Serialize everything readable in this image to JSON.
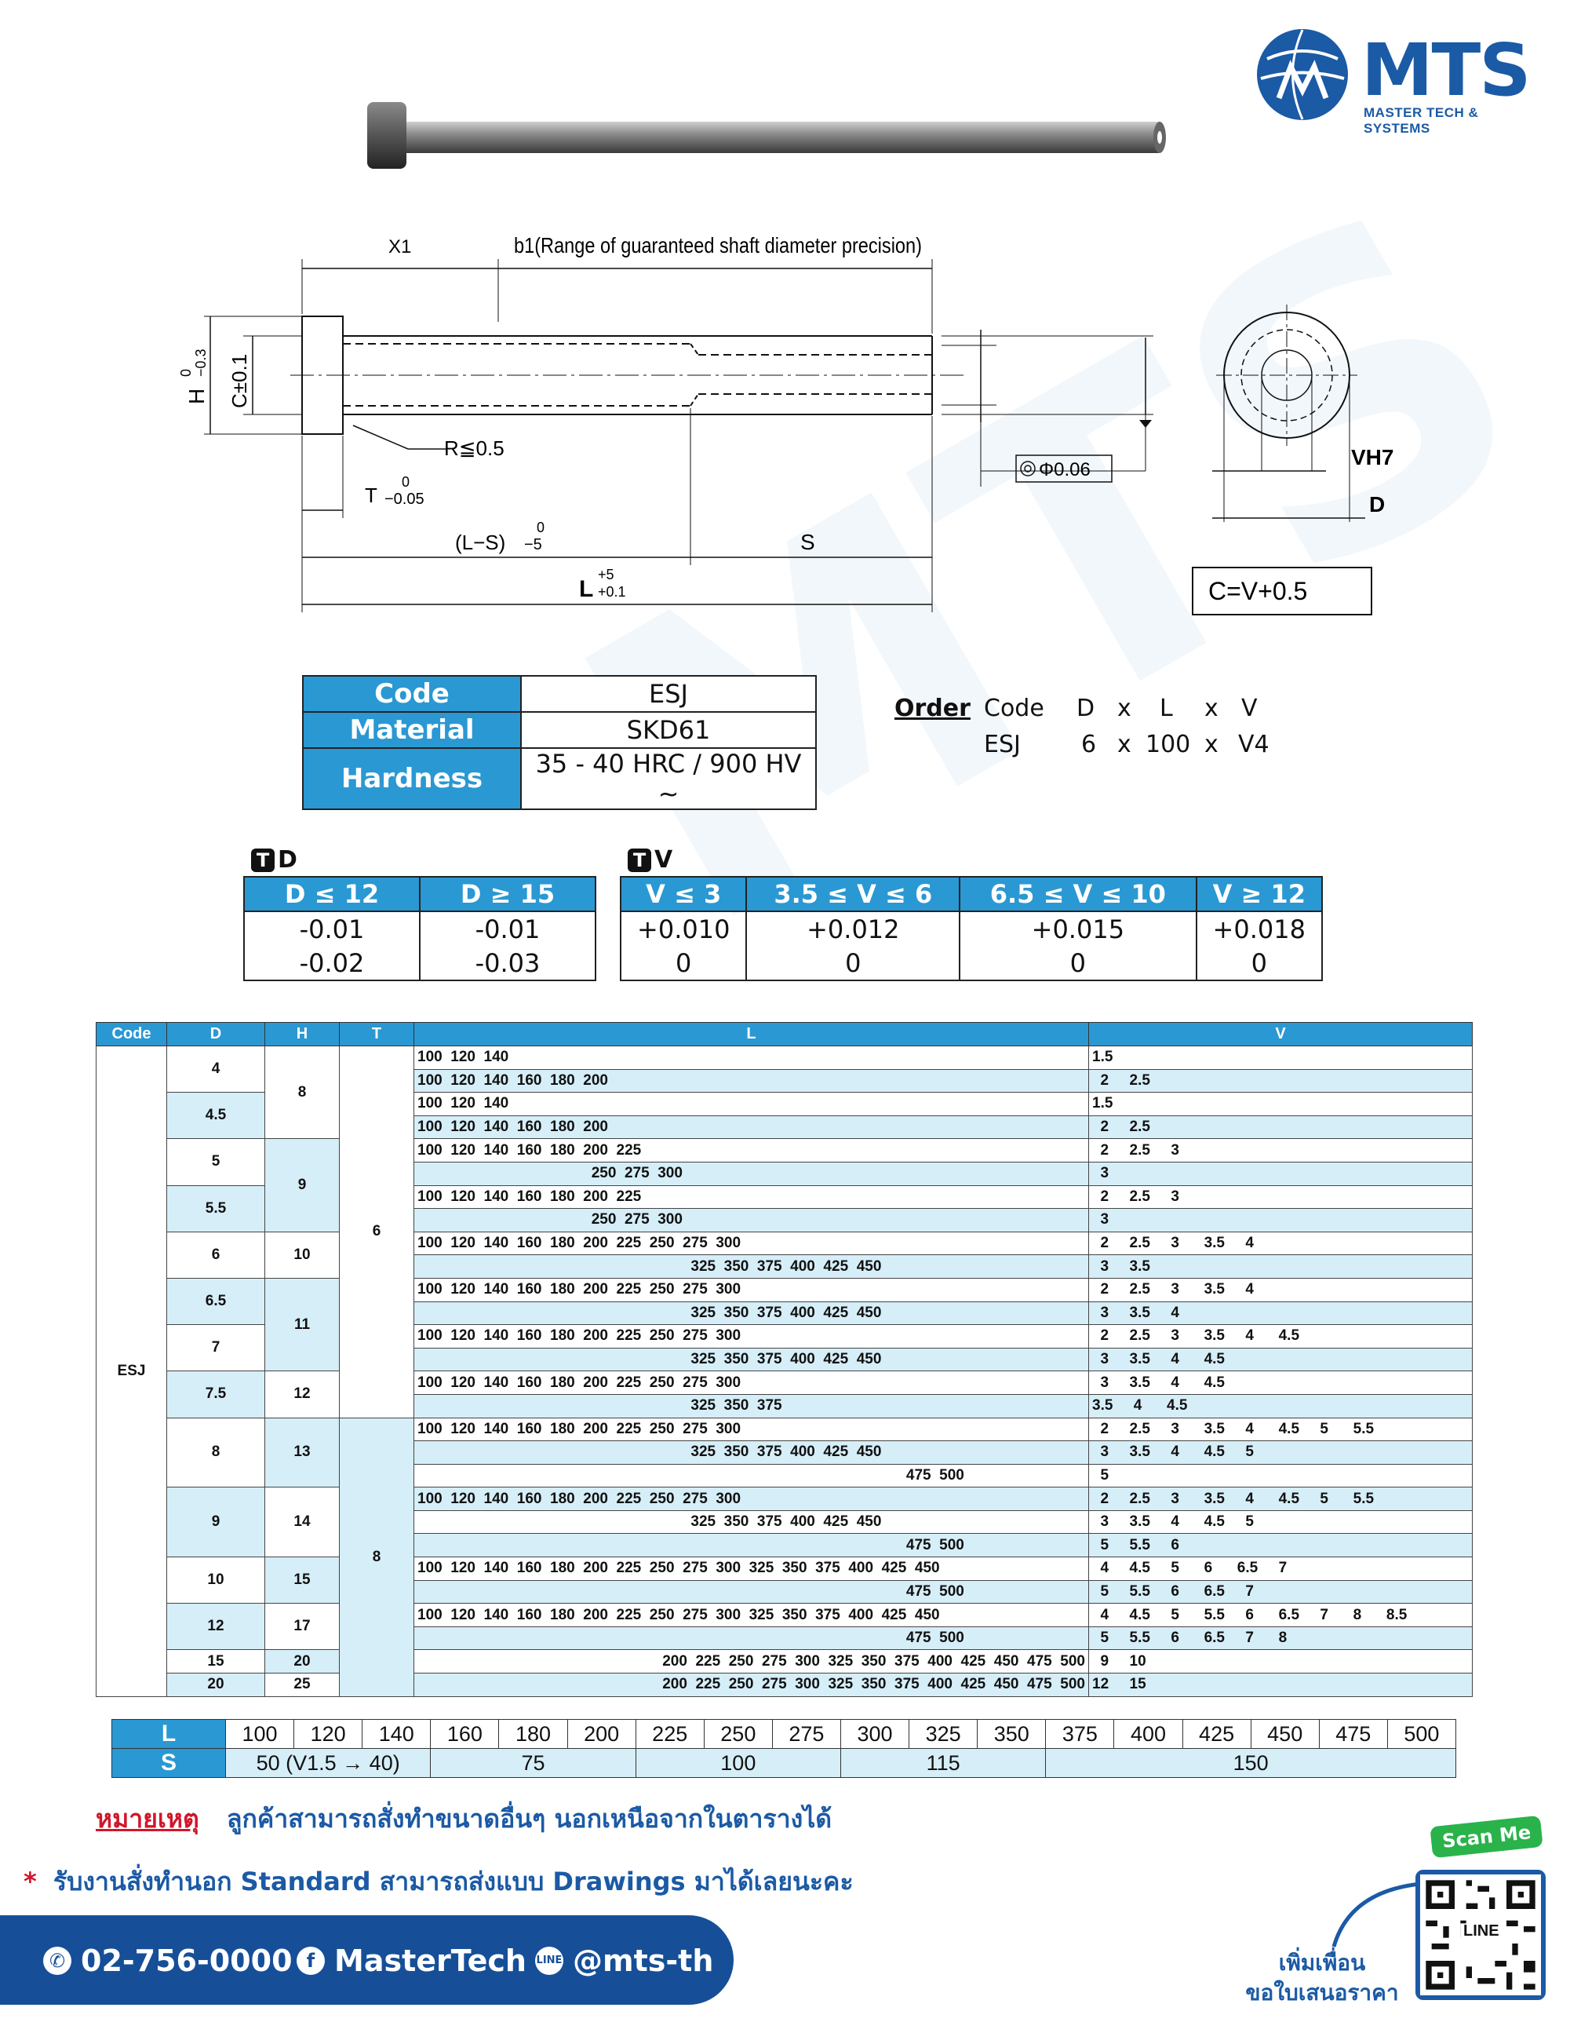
{
  "logo": {
    "name": "MTS",
    "subtitle": "MASTER TECH & SYSTEMS"
  },
  "drawing": {
    "x1": "X1",
    "b1": "b1(Range of guaranteed shaft diameter precision)",
    "h_label": "H",
    "h_tol_upper": "0",
    "h_tol_lower": "−0.3",
    "c_label": "C±0.1",
    "r_label": "R≦0.5",
    "t_label": "T",
    "t_tol_upper": "0",
    "t_tol_lower": "−0.05",
    "ls_label": "(L−S)",
    "ls_tol_upper": "0",
    "ls_tol_lower": "−5",
    "s_label": "S",
    "l_label": "L",
    "l_tol_upper": "+5",
    "l_tol_lower": "+0.1",
    "conc": "Φ0.06",
    "vh7": "VH7",
    "d_label": "D",
    "formula": "C=V+0.5"
  },
  "spec": [
    {
      "key": "Code",
      "value": "ESJ"
    },
    {
      "key": "Material",
      "value": "SKD61"
    },
    {
      "key": "Hardness",
      "value": "35 - 40 HRC / 900 HV ~"
    }
  ],
  "order": {
    "label": "Order",
    "h_code": "Code",
    "h_d": "D",
    "h_x1": "x",
    "h_l": "L",
    "h_x2": "x",
    "h_v": "V",
    "e_code": "ESJ",
    "e_d": "6",
    "e_x1": "x",
    "e_l": "100",
    "e_x2": "x",
    "e_v": "V4"
  },
  "tol_d": {
    "title": "D",
    "icon": "T",
    "headers": [
      "D ≤ 12",
      "D ≥ 15"
    ],
    "rows": [
      [
        "-0.01",
        "-0.01"
      ],
      [
        "-0.02",
        "-0.03"
      ]
    ]
  },
  "tol_v": {
    "title": "V",
    "icon": "T",
    "headers": [
      "V ≤ 3",
      "3.5 ≤ V ≤ 6",
      "6.5 ≤ V ≤ 10",
      "V ≥ 12"
    ],
    "rows": [
      [
        "+0.010",
        "+0.012",
        "+0.015",
        "+0.018"
      ],
      [
        "0",
        "0",
        "0",
        "0"
      ]
    ]
  },
  "main_table": {
    "headers": [
      "Code",
      "D",
      "H",
      "T",
      "L",
      "V"
    ],
    "code": "ESJ",
    "d": [
      "4",
      "4.5",
      "5",
      "5.5",
      "6",
      "6.5",
      "7",
      "7.5",
      "8",
      "9",
      "10",
      "12",
      "15",
      "20"
    ],
    "h": [
      "8",
      "9",
      "10",
      "11",
      "12",
      "13",
      "14",
      "15",
      "17",
      "20",
      "25"
    ],
    "t": [
      "6",
      "8"
    ],
    "rows": [
      {
        "L": "100  120  140",
        "V": "1.5"
      },
      {
        "L": "100  120  140  160  180  200",
        "V": "  2     2.5"
      },
      {
        "L": "100  120  140",
        "V": "1.5"
      },
      {
        "L": "100  120  140  160  180  200",
        "V": "  2     2.5"
      },
      {
        "L": "100  120  140  160  180  200  225",
        "V": "  2     2.5     3"
      },
      {
        "L": "                                          250  275  300",
        "V": "  3"
      },
      {
        "L": "100  120  140  160  180  200  225",
        "V": "  2     2.5     3"
      },
      {
        "L": "                                          250  275  300",
        "V": "  3"
      },
      {
        "L": "100  120  140  160  180  200  225  250  275  300",
        "V": "  2     2.5     3      3.5     4"
      },
      {
        "L": "                                                                  325  350  375  400  425  450",
        "V": "  3     3.5"
      },
      {
        "L": "100  120  140  160  180  200  225  250  275  300",
        "V": "  2     2.5     3      3.5     4"
      },
      {
        "L": "                                                                  325  350  375  400  425  450",
        "V": "  3     3.5     4"
      },
      {
        "L": "100  120  140  160  180  200  225  250  275  300",
        "V": "  2     2.5     3      3.5     4      4.5"
      },
      {
        "L": "                                                                  325  350  375  400  425  450",
        "V": "  3     3.5     4      4.5"
      },
      {
        "L": "100  120  140  160  180  200  225  250  275  300",
        "V": "  3     3.5     4      4.5"
      },
      {
        "L": "                                                                  325  350  375",
        "V": "3.5     4      4.5"
      },
      {
        "L": "100  120  140  160  180  200  225  250  275  300",
        "V": "  2     2.5     3      3.5     4      4.5     5      5.5"
      },
      {
        "L": "                                                                  325  350  375  400  425  450",
        "V": "  3     3.5     4      4.5     5"
      },
      {
        "L": "                                                                                                                      475  500",
        "V": "  5"
      },
      {
        "L": "100  120  140  160  180  200  225  250  275  300",
        "V": "  2     2.5     3      3.5     4      4.5     5      5.5"
      },
      {
        "L": "                                                                  325  350  375  400  425  450",
        "V": "  3     3.5     4      4.5     5"
      },
      {
        "L": "                                                                                                                      475  500",
        "V": "  5     5.5     6"
      },
      {
        "L": "100  120  140  160  180  200  225  250  275  300  325  350  375  400  425  450",
        "V": "  4     4.5     5      6      6.5     7"
      },
      {
        "L": "                                                                                                                      475  500",
        "V": "  5     5.5     6      6.5     7"
      },
      {
        "L": "100  120  140  160  180  200  225  250  275  300  325  350  375  400  425  450",
        "V": "  4     4.5     5      5.5     6      6.5     7      8      8.5"
      },
      {
        "L": "                                                                                                                      475  500",
        "V": "  5     5.5     6      6.5     7      8"
      },
      {
        "L": "200  225  250  275  300  325  350  375  400  425  450  475  500",
        "V": "  9     10"
      },
      {
        "L": "200  225  250  275  300  325  350  375  400  425  450  475  500",
        "V": "12     15"
      }
    ]
  },
  "ls_table": {
    "l_label": "L",
    "s_label": "S",
    "l_values": [
      "100",
      "120",
      "140",
      "160",
      "180",
      "200",
      "225",
      "250",
      "275",
      "300",
      "325",
      "350",
      "375",
      "400",
      "425",
      "450",
      "475",
      "500"
    ],
    "s_values": [
      "50 (V1.5 → 40)",
      "75",
      "100",
      "115",
      "150"
    ]
  },
  "notes": {
    "label": "หมายเหตุ",
    "text": "ลูกค้าสามารถสั่งทำขนาดอื่นๆ นอกเหนือจากในตารางได้",
    "star": "*",
    "text2": "รับงานสั่งทำนอก Standard สามารถส่งแบบ Drawings มาได้เลยนะคะ"
  },
  "footer": {
    "phone": "02-756-0000",
    "facebook": "MasterTech",
    "line": "@mts-th"
  },
  "scan": {
    "label": "Scan Me",
    "line_text": "LINE",
    "add1": "เพิ่มเพื่อน",
    "add2": "ขอใบเสนอราคา"
  },
  "colors": {
    "accent": "#2a98d3",
    "brand": "#1b5aa5",
    "light_row": "#d6eef8",
    "note_red": "#d1162b"
  }
}
